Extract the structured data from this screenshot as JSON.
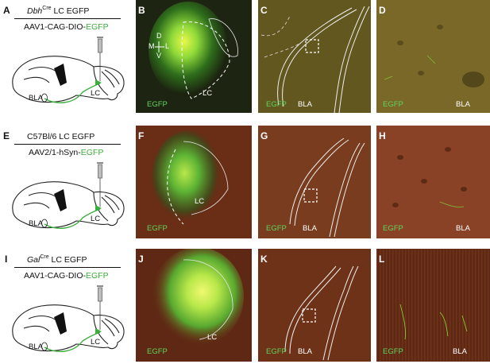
{
  "rows": [
    {
      "schematic": {
        "letter": "A",
        "title_italic": "Dbh",
        "title_sup": "Cre",
        "title_rest": " LC EGFP",
        "vector_prefix": "AAV1-CAG-DIO-",
        "vector_green": "EGFP",
        "bla": "BLA",
        "lc": "LC"
      },
      "panels": [
        {
          "letter": "B",
          "egfp": "EGFP",
          "region": "LC",
          "orient": {
            "d": "D",
            "m": "M",
            "l": "L",
            "v": "V"
          }
        },
        {
          "letter": "C",
          "egfp": "EGFP",
          "region": "BLA"
        },
        {
          "letter": "D",
          "egfp": "EGFP",
          "region": "BLA"
        }
      ]
    },
    {
      "schematic": {
        "letter": "E",
        "title_italic": "",
        "title_sup": "",
        "title_rest": "C57Bl/6 LC EGFP",
        "vector_prefix": "AAV2/1-hSyn-",
        "vector_green": "EGFP",
        "bla": "BLA",
        "lc": "LC"
      },
      "panels": [
        {
          "letter": "F",
          "egfp": "EGFP",
          "region": "LC"
        },
        {
          "letter": "G",
          "egfp": "EGFP",
          "region": "BLA"
        },
        {
          "letter": "H",
          "egfp": "EGFP",
          "region": "BLA"
        }
      ]
    },
    {
      "schematic": {
        "letter": "I",
        "title_italic": "Gal",
        "title_sup": "Cre",
        "title_rest": " LC EGFP",
        "vector_prefix": "AAV1-CAG-DIO-",
        "vector_green": "EGFP",
        "bla": "BLA",
        "lc": "LC"
      },
      "panels": [
        {
          "letter": "J",
          "egfp": "EGFP",
          "region": "LC"
        },
        {
          "letter": "K",
          "egfp": "EGFP",
          "region": "BLA"
        },
        {
          "letter": "L",
          "egfp": "EGFP",
          "region": "BLA"
        }
      ]
    }
  ]
}
